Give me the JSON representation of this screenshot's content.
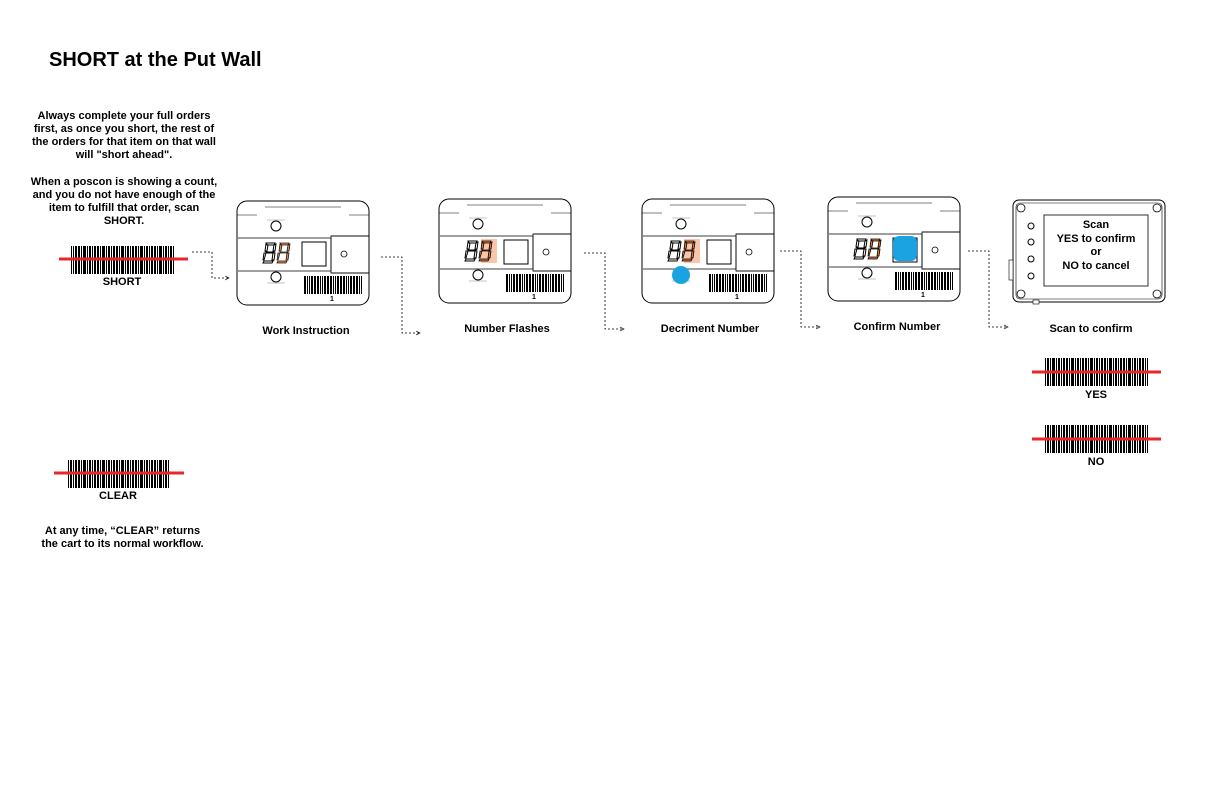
{
  "title": "SHORT at the Put Wall",
  "intro_1": "Always complete your full orders first, as once you short, the rest of the orders for that item on that wall will \"short ahead\".",
  "intro_2": "When a poscon is showing a count, and you do not have enough of the item to fulfill that order, scan SHORT.",
  "clear_note": "At any time, “CLEAR” returns the cart to its normal workflow.",
  "barcodes": {
    "short": "SHORT",
    "clear": "CLEAR",
    "yes": "YES",
    "no": "NO"
  },
  "steps": [
    {
      "label": "Work Instruction",
      "slot": "1"
    },
    {
      "label": "Number Flashes",
      "slot": "1"
    },
    {
      "label": "Decriment Number",
      "slot": "1"
    },
    {
      "label": "Confirm Number",
      "slot": "1"
    },
    {
      "label": "Scan to confirm"
    }
  ],
  "scanner_screen": {
    "line1": "Scan",
    "line2": "YES to confirm",
    "line3": "or",
    "line4": "NO to cancel"
  },
  "colors": {
    "scan_line": "#e8262b",
    "digit_orange": "#e8742a",
    "digit_flash": "#f6b79a",
    "button_blue": "#1aa3e0"
  }
}
